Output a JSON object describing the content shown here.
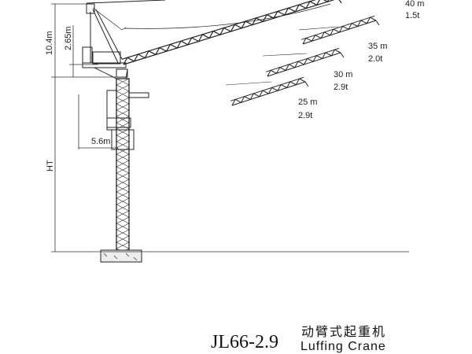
{
  "dimensions": {
    "total_height": "10.4m",
    "top_height": "2.65m",
    "tower_height": "HT",
    "mast_offset": "5.6m"
  },
  "boom_positions": [
    {
      "radius": "40 m",
      "load": "1.5t"
    },
    {
      "radius": "35 m",
      "load": "2.0t"
    },
    {
      "radius": "30 m",
      "load": "2.9t"
    },
    {
      "radius": "25 m",
      "load": "2.9t"
    }
  ],
  "title": {
    "model": "JL66-2.9",
    "name_cn": "动臂式起重机",
    "name_en": "Luffing Crane"
  }
}
